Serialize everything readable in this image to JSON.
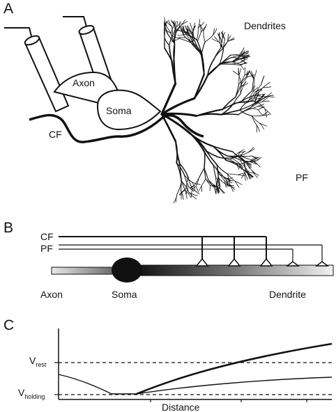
{
  "panels": {
    "a": {
      "letter": "A",
      "labels": {
        "dendrites": "Dendrites",
        "axon": "Axon",
        "soma": "Soma",
        "cf": "CF",
        "pf": "PF"
      }
    },
    "b": {
      "letter": "B",
      "labels": {
        "cf": "CF",
        "pf": "PF",
        "axon": "Axon",
        "soma": "Soma",
        "dendrite": "Dendrite"
      }
    },
    "c": {
      "letter": "C",
      "labels": {
        "v": "V",
        "rest_sub": "rest",
        "holding_sub": "holding",
        "distance": "Distance"
      }
    }
  }
}
